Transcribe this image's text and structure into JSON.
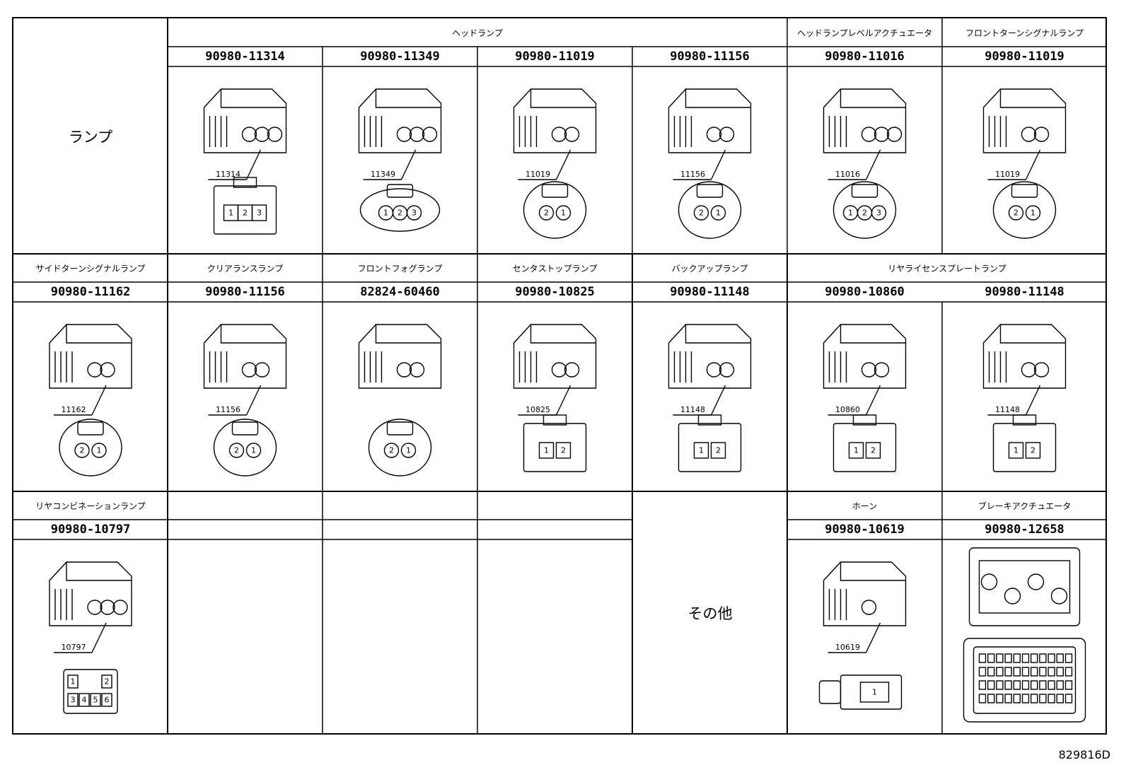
{
  "category": "ランプ",
  "other_category": "その他",
  "reference": "829816D",
  "rows": [
    {
      "cells": [
        {
          "header": "ヘッドランプ",
          "part": "90980-11314",
          "label": "11314",
          "pins": [
            "1",
            "2",
            "3"
          ],
          "art": "box3"
        },
        {
          "header": "",
          "part": "90980-11349",
          "label": "11349",
          "pins": [
            "1",
            "2",
            "3"
          ],
          "art": "oval3"
        },
        {
          "header": "",
          "part": "90980-11019",
          "label": "11019",
          "pins": [
            "2",
            "1"
          ],
          "art": "round2"
        },
        {
          "header": "",
          "part": "90980-11156",
          "label": "11156",
          "pins": [
            "2",
            "1"
          ],
          "art": "round2b"
        },
        {
          "header": "ヘッドランプレベルアクチュエータ",
          "part": "90980-11016",
          "label": "11016",
          "pins": [
            "1",
            "2",
            "3"
          ],
          "art": "tri3"
        },
        {
          "header": "フロントターンシグナルランプ",
          "part": "90980-11019",
          "label": "11019",
          "pins": [
            "2",
            "1"
          ],
          "art": "round2"
        }
      ]
    },
    {
      "cells": [
        {
          "header": "サイドターンシグナルランプ",
          "part": "90980-11162",
          "label": "11162",
          "pins": [
            "2",
            "1"
          ],
          "art": "round2c"
        },
        {
          "header": "クリアランスランプ",
          "part": "90980-11156",
          "label": "11156",
          "pins": [
            "2",
            "1"
          ],
          "art": "round2b"
        },
        {
          "header": "フロントフォグランプ",
          "part": "82824-60460",
          "label": "",
          "pins": [
            "2",
            "1"
          ],
          "art": "fog2"
        },
        {
          "header": "センタストップランプ",
          "part": "90980-10825",
          "label": "10825",
          "pins": [
            "1",
            "2"
          ],
          "art": "sq2"
        },
        {
          "header": "バックアップランプ",
          "part": "90980-11148",
          "label": "11148",
          "pins": [
            "1",
            "2"
          ],
          "art": "flat2"
        },
        {
          "header": "リヤライセンスプレートランプ",
          "part": "90980-10860",
          "label": "10860",
          "pins": [
            "1",
            "2"
          ],
          "art": "sq2b"
        },
        {
          "header": "",
          "part": "90980-11148",
          "label": "11148",
          "pins": [
            "1",
            "2"
          ],
          "art": "flat2"
        }
      ]
    },
    {
      "cells": [
        {
          "header": "リヤコンビネーションランプ",
          "part": "90980-10797",
          "label": "10797",
          "pins": [
            "1",
            "2",
            "3",
            "4",
            "5",
            "6"
          ],
          "art": "six"
        },
        {
          "header": "",
          "part": "",
          "label": "",
          "pins": [],
          "art": "none"
        },
        {
          "header": "",
          "part": "",
          "label": "",
          "pins": [],
          "art": "none"
        },
        {
          "header": "",
          "part": "",
          "label": "",
          "pins": [],
          "art": "none"
        },
        {
          "header": "",
          "part": "",
          "label": "",
          "pins": [],
          "art": "none"
        },
        {
          "header": "ホーン",
          "part": "90980-10619",
          "label": "10619",
          "pins": [
            "1"
          ],
          "art": "horn1"
        },
        {
          "header": "ブレーキアクチュエータ",
          "part": "90980-12658",
          "label": "",
          "pins": [],
          "art": "multi"
        }
      ]
    }
  ]
}
